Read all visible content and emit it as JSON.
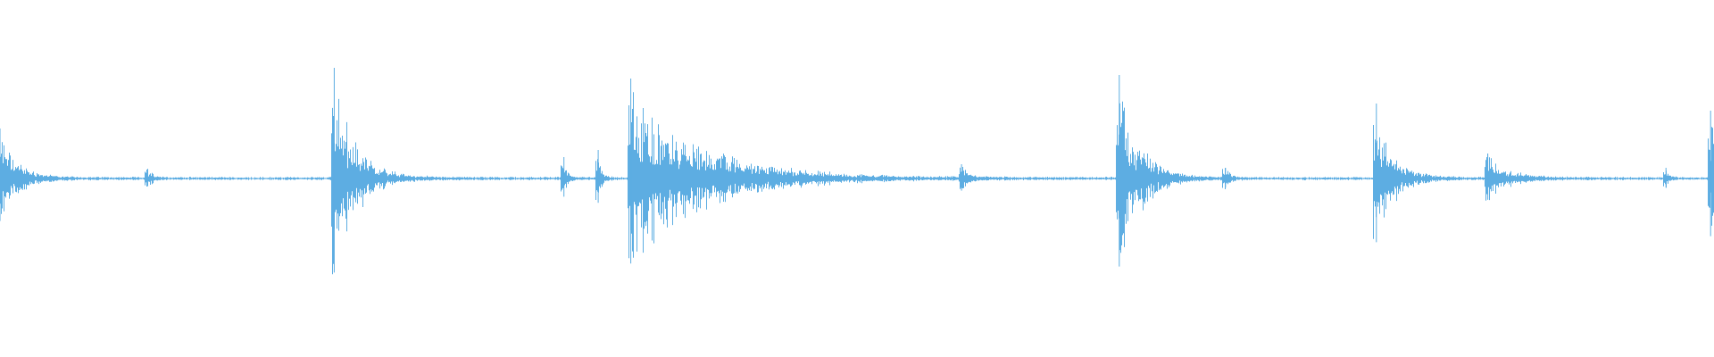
{
  "waveform": {
    "color": "#5dade2",
    "baseline_amplitude": 0.01,
    "bursts": [
      {
        "position": 0.0,
        "amplitude": 0.28,
        "decay": 0.01
      },
      {
        "position": 0.086,
        "amplitude": 0.05,
        "decay": 0.004
      },
      {
        "position": 0.195,
        "amplitude": 0.62,
        "decay": 0.012
      },
      {
        "position": 0.329,
        "amplitude": 0.12,
        "decay": 0.002
      },
      {
        "position": 0.349,
        "amplitude": 0.16,
        "decay": 0.002
      },
      {
        "position": 0.368,
        "amplitude": 0.56,
        "decay": 0.04
      },
      {
        "position": 0.561,
        "amplitude": 0.08,
        "decay": 0.004
      },
      {
        "position": 0.653,
        "amplitude": 0.58,
        "decay": 0.012
      },
      {
        "position": 0.715,
        "amplitude": 0.06,
        "decay": 0.003
      },
      {
        "position": 0.803,
        "amplitude": 0.42,
        "decay": 0.01
      },
      {
        "position": 0.868,
        "amplitude": 0.14,
        "decay": 0.012
      },
      {
        "position": 0.972,
        "amplitude": 0.06,
        "decay": 0.002
      },
      {
        "position": 0.998,
        "amplitude": 0.38,
        "decay": 0.006
      }
    ]
  }
}
